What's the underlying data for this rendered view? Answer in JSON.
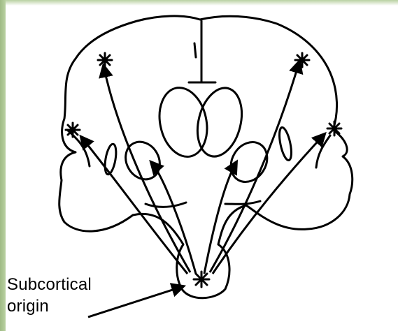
{
  "annotation": {
    "line1": "Subcortical",
    "line2": "origin"
  },
  "colors": {
    "frame": "#a9c48e",
    "background": "#ffffff",
    "ink": "#000000"
  },
  "icons": {
    "focus_marker": "asterisk-star"
  }
}
